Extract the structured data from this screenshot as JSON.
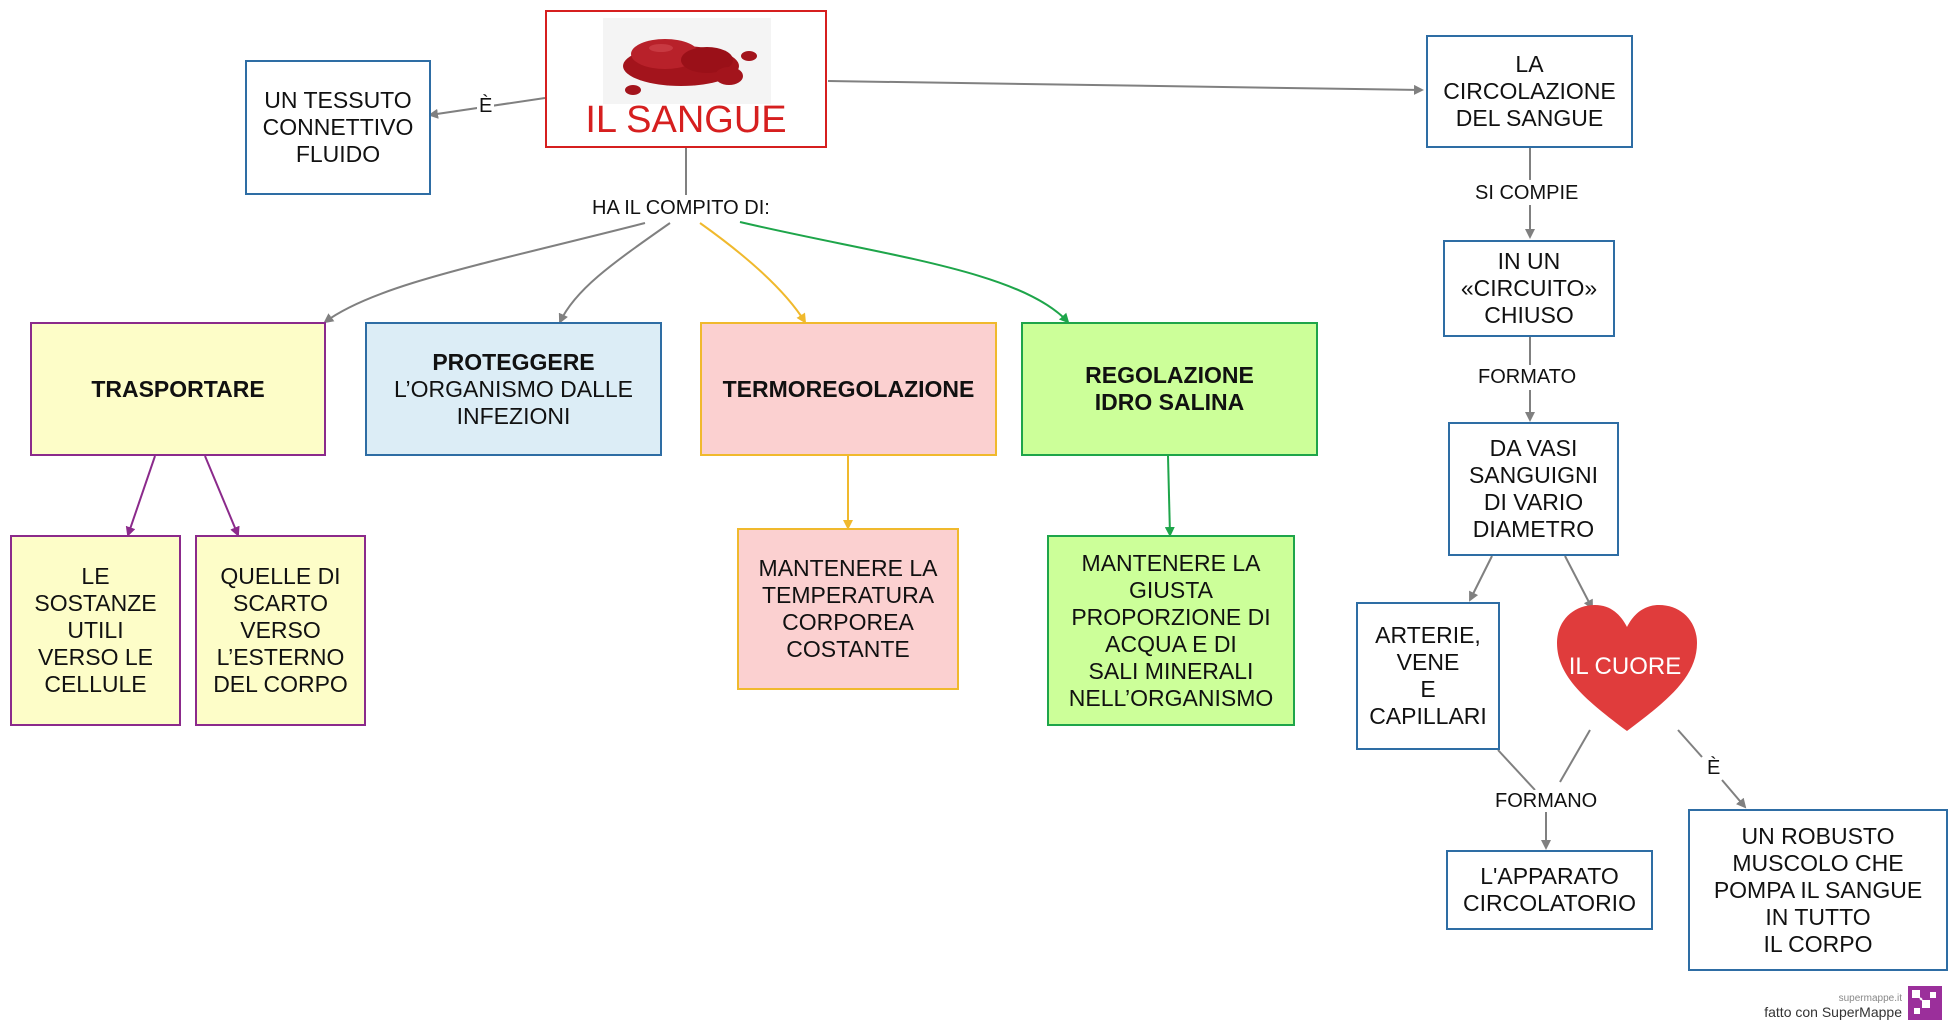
{
  "diagram": {
    "root": "IL SANGUE",
    "definition": "UN TESSUTO\nCONNETTIVO\nFLUIDO",
    "circulation": "LA\nCIRCOLAZIONE\nDEL SANGUE",
    "circuit": "IN UN\n«CIRCUITO»\nCHIUSO",
    "vessels": "DA VASI\nSANGUIGNI\nDI VARIO\nDIAMETRO",
    "arteries": "ARTERIE,\nVENE\nE\nCAPILLARI",
    "heart": "IL CUORE",
    "apparatus": "L'APPARATO\nCIRCOLATORIO",
    "muscle": "UN ROBUSTO\nMUSCOLO CHE\nPOMPA IL SANGUE\nIN TUTTO\nIL CORPO",
    "functions": {
      "transport": "TRASPORTARE",
      "protect_bold": "PROTEGGERE",
      "protect_rest": "L’ORGANISMO DALLE\nINFEZIONI",
      "thermo": "TERMOREGOLAZIONE",
      "hydro": "REGOLAZIONE\nIDRO  SALINA"
    },
    "details": {
      "useful": "LE\nSOSTANZE\nUTILI\nVERSO LE\nCELLULE",
      "waste": "QUELLE DI\nSCARTO\nVERSO\nL’ESTERNO\nDEL CORPO",
      "temperature": "MANTENERE LA\nTEMPERATURA\nCORPOREA\nCOSTANTE",
      "proportion": "MANTENERE LA\nGIUSTA\nPROPORZIONE DI\nACQUA E DI\nSALI MINERALI\nNELL’ORGANISMO"
    },
    "links": {
      "is_def": "È",
      "has_task": "HA IL COMPITO DI:",
      "takes_place": "SI COMPIE",
      "formed": "FORMATO",
      "form": "FORMANO",
      "is_heart": "È"
    },
    "colors": {
      "root_red": "#d61f1f",
      "gray_arrow": "#808080",
      "purple": "#8b2a8b",
      "yellow": "#f0b92d",
      "green": "#1ea54a",
      "heart": "#e03c3c"
    }
  },
  "footer": {
    "small": "supermappe.it",
    "main": "fatto con SuperMappe"
  }
}
